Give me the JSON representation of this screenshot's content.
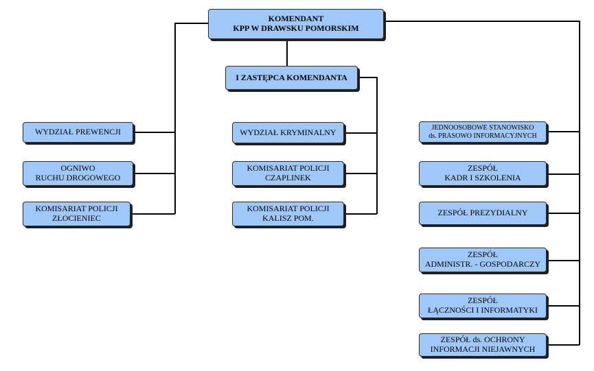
{
  "commander": {
    "line1": "KOMENDANT",
    "line2": "KPP W DRAWSKU POMORSKIM"
  },
  "deputy": {
    "line1": "I ZASTĘPCA KOMENDANTA"
  },
  "left_units": [
    {
      "line1": "WYDZIAŁ PREWENCJI"
    },
    {
      "line1": "OGNIWO",
      "line2": "RUCHU DROGOWEGO"
    },
    {
      "line1": "KOMISARIAT POLICJI",
      "line2": "ZŁOCIENIEC"
    }
  ],
  "middle_units": [
    {
      "line1": "WYDZIAŁ KRYMINALNY"
    },
    {
      "line1": "KOMISARIAT POLICJI",
      "line2": "CZAPLINEK"
    },
    {
      "line1": "KOMISARIAT POLICJI",
      "line2": "KALISZ POM."
    }
  ],
  "right_units": [
    {
      "line1": "JEDNOOSOBOWE STANOWISKO",
      "line2": "ds. PRASOWO INFORMACYJNYCH"
    },
    {
      "line1": "ZESPÓŁ",
      "line2": "KADR I SZKOLENIA"
    },
    {
      "line1": "ZESPÓŁ PREZYDIALNY"
    },
    {
      "line1": "ZESPÓŁ",
      "line2": "ADMINISTR. - GOSPODARCZY"
    },
    {
      "line1": "ZESPÓŁ",
      "line2": "ŁĄCZNOŚCI I INFORMATYKI"
    },
    {
      "line1": "ZESPÓŁ ds. OCHRONY",
      "line2": "INFORMACJI NIEJAWNYCH"
    }
  ]
}
